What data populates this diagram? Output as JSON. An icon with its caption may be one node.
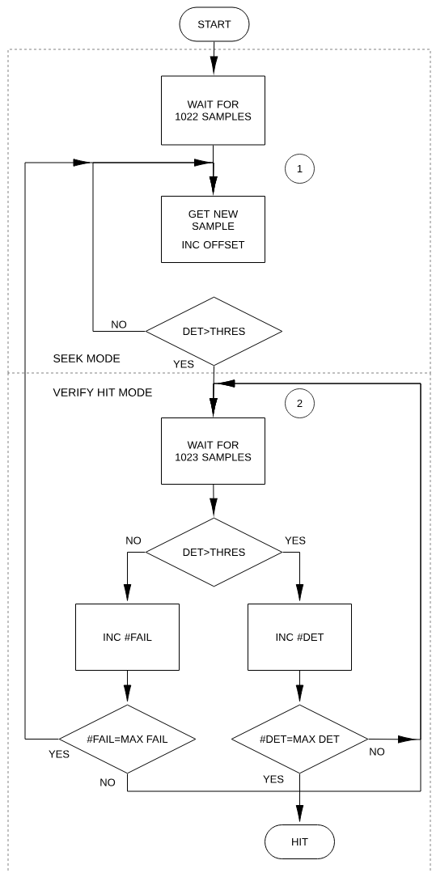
{
  "diagram": {
    "nodes": [
      {
        "text": [
          "START"
        ]
      },
      {
        "text": [
          "SEEK MODE"
        ]
      },
      {
        "text": [
          "WAIT FOR 1022 SAMPLES"
        ],
        "in": 1
      },
      {
        "text": [
          "1"
        ],
        "in": 1
      },
      {
        "text": [
          "GET NEW SAMPLE",
          "INC OFFSET"
        ],
        "in": 1
      },
      {
        "text": [
          "DET>THRES"
        ],
        "in": 1
      },
      {
        "text": [
          "VERIFY HIT MODE"
        ]
      },
      {
        "text": [
          "2"
        ],
        "in": 6
      },
      {
        "text": [
          "WAIT FOR 1023 SAMPLES"
        ],
        "in": 6
      },
      {
        "text": [
          "DET>THRES"
        ],
        "in": 6
      },
      {
        "text": [
          "INC #FAIL"
        ],
        "in": 6
      },
      {
        "text": [
          "INC #DET"
        ],
        "in": 6
      },
      {
        "text": [
          "#FAIL=MAX FAIL"
        ],
        "in": 6
      },
      {
        "text": [
          "#DET=MAX DET"
        ],
        "in": 6
      },
      {
        "text": [
          "HIT"
        ],
        "in": 6
      }
    ],
    "edges": [
      {
        "from": 0,
        "to": 2,
        "arrow": "to"
      },
      {
        "from": 2,
        "to": 4,
        "arrow": "to"
      },
      {
        "from": 5,
        "to": 4,
        "arrow": "to",
        "label": "NO"
      },
      {
        "from": 5,
        "to": 8,
        "arrow": "to",
        "label": "YES"
      },
      {
        "from": 8,
        "to": 9,
        "arrow": "to"
      },
      {
        "from": 9,
        "to": 10,
        "arrow": "to",
        "label": "NO"
      },
      {
        "from": 9,
        "to": 11,
        "arrow": "to",
        "label": "YES"
      },
      {
        "from": 10,
        "to": 12,
        "arrow": "to"
      },
      {
        "from": 11,
        "to": 13,
        "arrow": "to"
      },
      {
        "from": 12,
        "to": 4,
        "arrow": "to",
        "label": "YES"
      },
      {
        "from": 12,
        "to": 8,
        "arrow": "to",
        "label": "NO"
      },
      {
        "from": 13,
        "to": 8,
        "arrow": "to",
        "label": "NO"
      },
      {
        "from": 13,
        "to": 14,
        "arrow": "to",
        "label": "YES"
      }
    ]
  }
}
